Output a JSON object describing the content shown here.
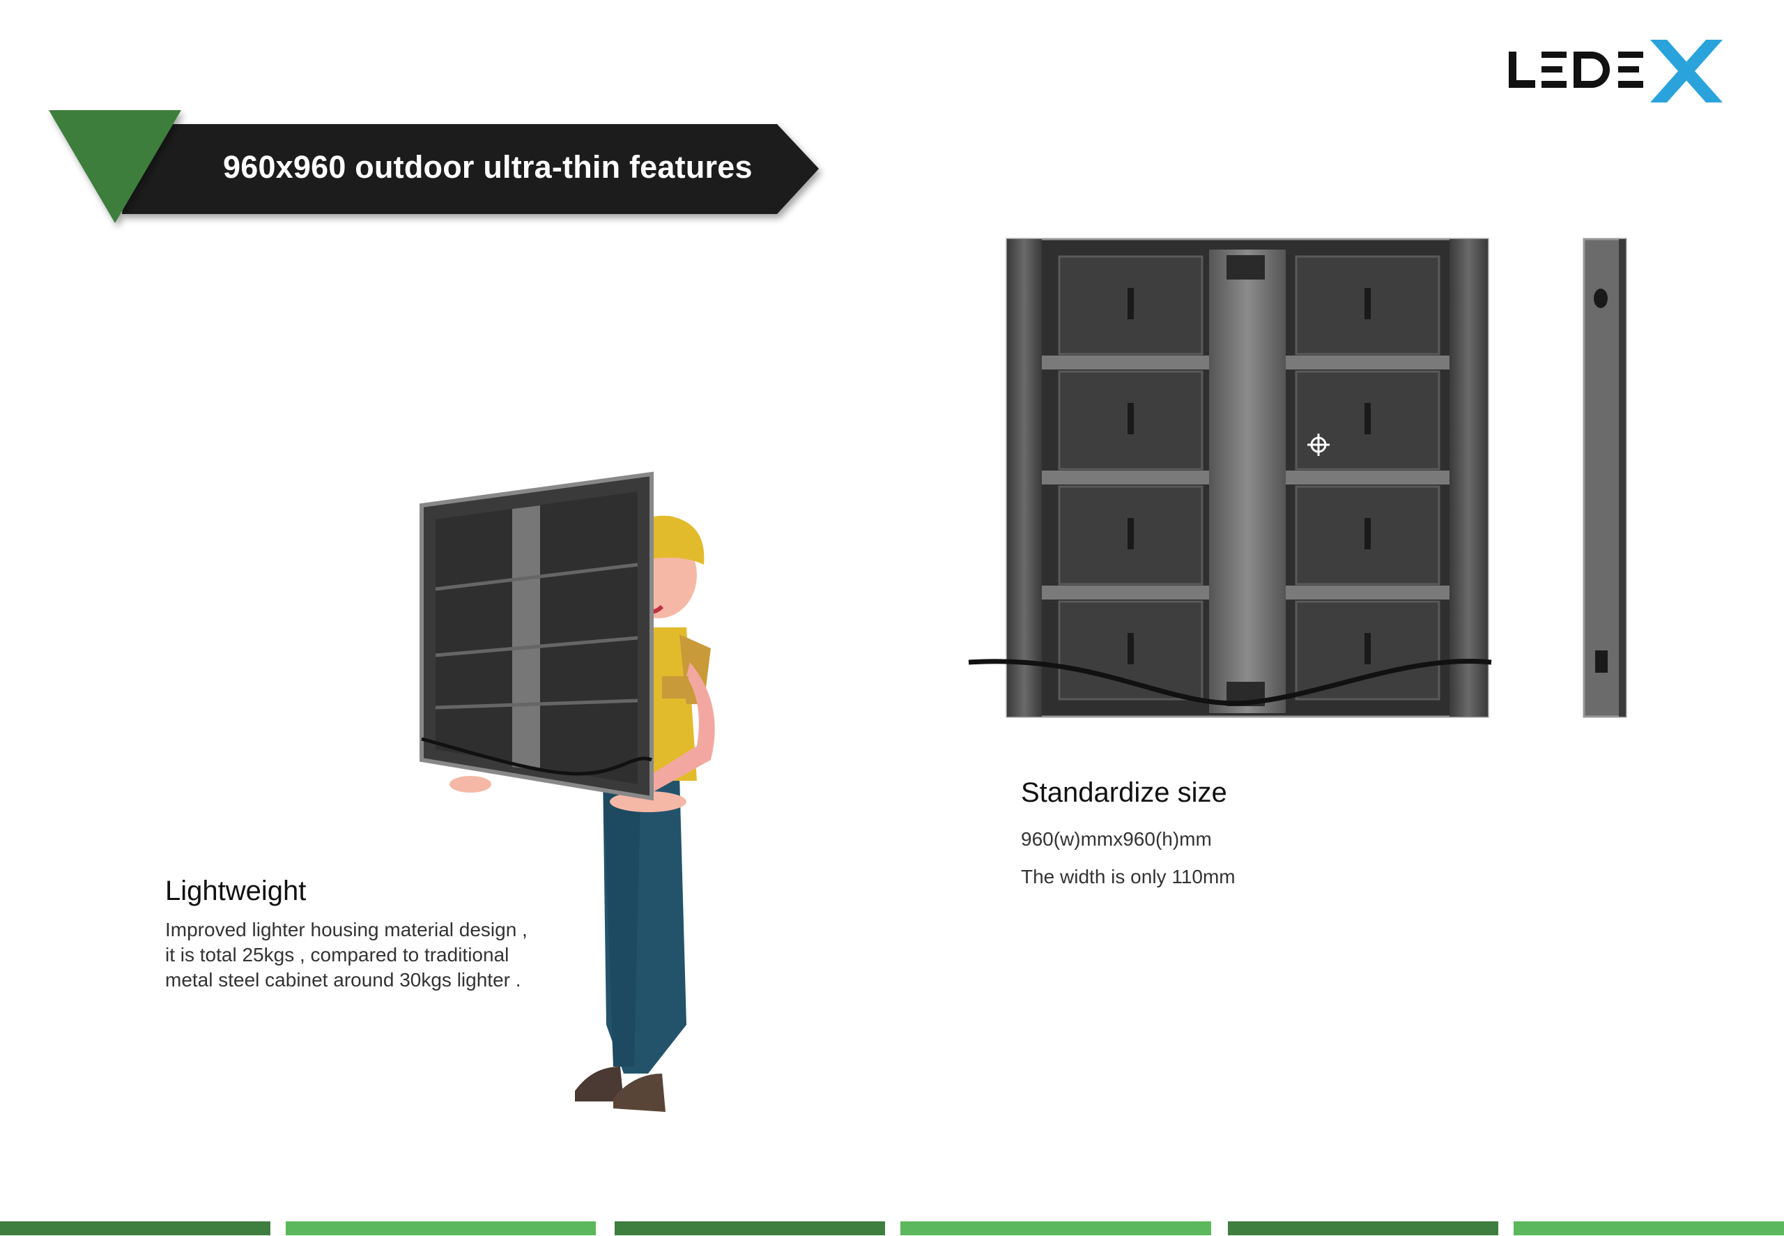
{
  "brand": {
    "logo_text": "LEDEX",
    "primary_color": "#111111",
    "accent_color": "#2aa3dc"
  },
  "banner": {
    "title": "960x960 outdoor ultra-thin features",
    "color": "#1e1a1b",
    "triangle_color": "#3e7e3e"
  },
  "lightweight": {
    "title": "Lightweight",
    "lines": [
      "Improved lighter housing material design ,",
      "it is total 25kgs , compared to traditional",
      "metal steel cabinet around 30kgs lighter ."
    ]
  },
  "size": {
    "title": "Standardize size",
    "line1": "960(w)mmx960(h)mm",
    "line2": "The width is only 110mm"
  },
  "footer": {
    "colors": [
      "#3e7e3e",
      "#5cb85c"
    ]
  }
}
